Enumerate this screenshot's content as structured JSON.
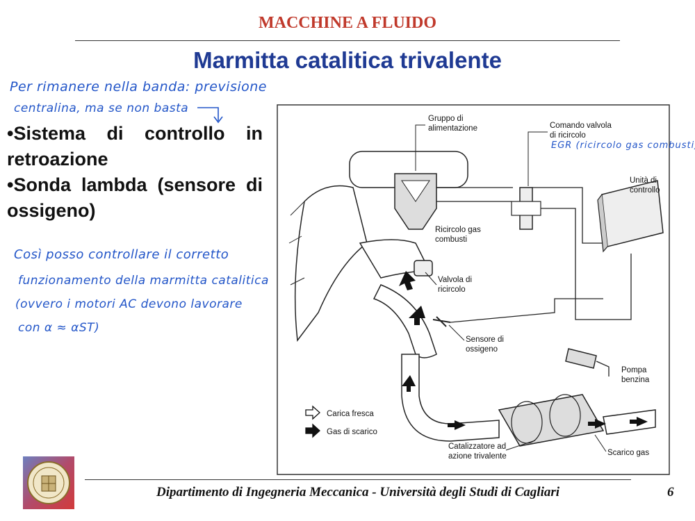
{
  "header": {
    "course_title": "MACCHINE A FLUIDO"
  },
  "slide": {
    "title": "Marmitta catalitica trivalente"
  },
  "handwritten": {
    "note_top_line1": "Per rimanere nella banda: previsione",
    "note_top_line2": "centralina, ma se non basta",
    "note_diagram": "EGR (ricircolo gas combusti)",
    "note_bottom_line1": "Così posso controllare il corretto",
    "note_bottom_line2": "funzionamento della marmitta catalitica",
    "note_bottom_line3": "(ovvero i motori AC devono lavorare",
    "note_bottom_line4": "con α ≈ αST)"
  },
  "bullets": [
    {
      "line1": "•Sistema di controllo in",
      "line2": "retroazione"
    },
    {
      "line1": "•Sonda lambda (sensore di",
      "line2": "ossigeno)"
    }
  ],
  "diagram": {
    "labels": {
      "gruppo_1": "Gruppo di",
      "gruppo_2": "alimentazione",
      "comando_1": "Comando valvola",
      "comando_2": "di ricircolo",
      "unita_1": "Unità di",
      "unita_2": "controllo",
      "ricircolo_1": "Ricircolo gas",
      "ricircolo_2": "combusti",
      "valvola_1": "Valvola di",
      "valvola_2": "ricircolo",
      "sensore_1": "Sensore di",
      "sensore_2": "ossigeno",
      "pompa_1": "Pompa",
      "pompa_2": "benzina",
      "catalizzatore_1": "Catalizzatore ad",
      "catalizzatore_2": "azione trivalente",
      "scarico": "Scarico gas"
    },
    "legend": {
      "fresh": "Carica fresca",
      "exhaust": "Gas di scarico"
    }
  },
  "footer": {
    "department": "Dipartimento di Ingegneria Meccanica - Università degli Studi di Cagliari",
    "page_number": "6"
  }
}
